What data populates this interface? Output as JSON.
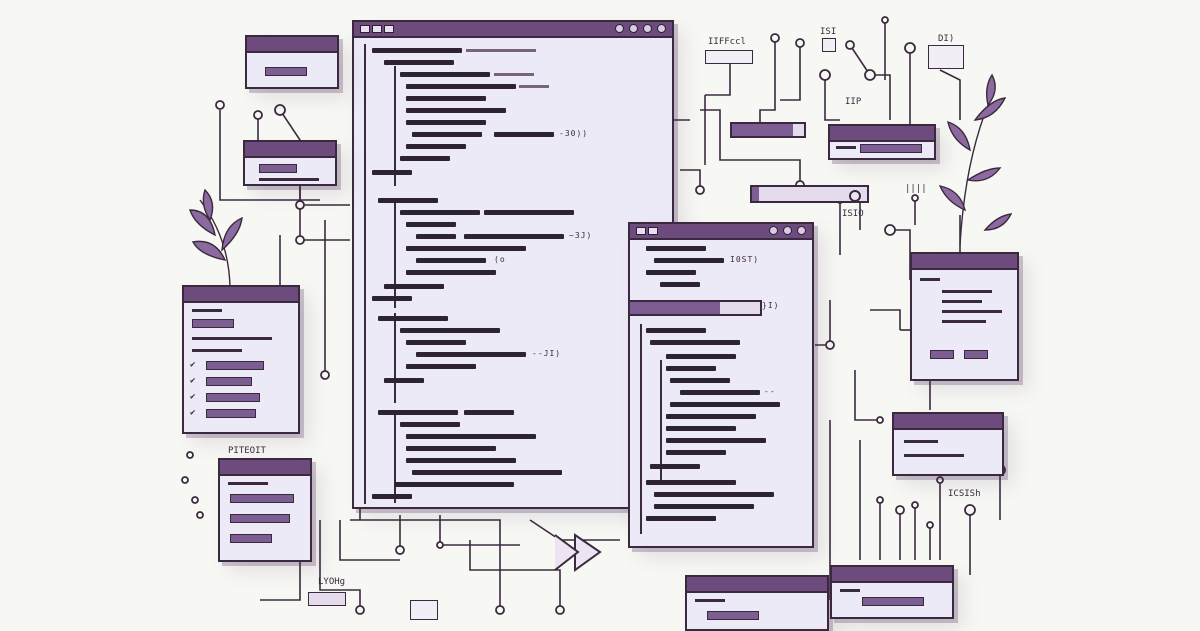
{
  "colors": {
    "background": "#f7f8f4",
    "ink": "#3b2a3f",
    "accent_purple": "#7d5e93",
    "window_fill": "#eceaf6",
    "leaf_purple": "#6d4b7d"
  },
  "labels": {
    "top_right_a": "IIFFccl",
    "top_right_b": "ISI",
    "top_right_c": "DI)",
    "mid_right": "IIP",
    "mid_right_2": "ISIO",
    "far_right": "||||",
    "bottom_right": "ICSISh",
    "left_small": "PITEOIT",
    "bottom_left": "LYOHg"
  },
  "code_windows": {
    "main": {
      "tag_a": "-30))",
      "tag_b": "~3J)",
      "tag_c": "(o",
      "tag_d": "--JI)"
    },
    "secondary": {
      "tag_a": "I0ST)",
      "tag_b": "}I)",
      "tag_c": "--"
    }
  },
  "icons": [
    "leaf-sprig-icon",
    "node-dot-icon",
    "play-arrow-icon",
    "checkmark-icon"
  ]
}
